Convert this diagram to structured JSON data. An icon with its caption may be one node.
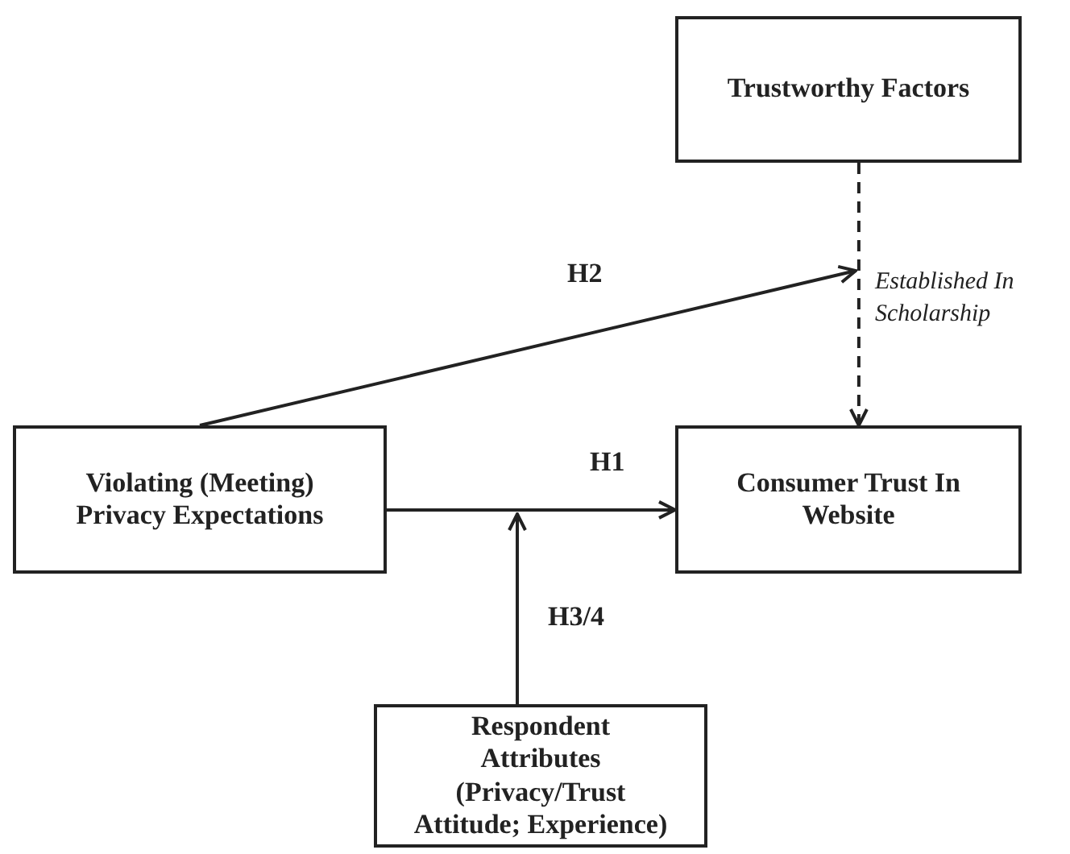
{
  "diagram": {
    "nodes": [
      {
        "text": [
          "Trustworthy Factors"
        ]
      },
      {
        "text": [
          "Violating (Meeting) Privacy Expectations"
        ]
      },
      {
        "text": [
          "Consumer Trust In Website"
        ]
      },
      {
        "text": [
          "Respondent Attributes (Privacy/Trust Attitude; Experience)"
        ]
      }
    ],
    "edges": [
      {
        "from": 0,
        "to": 2,
        "arrow": "to",
        "style": "dashed",
        "label": "Established In Scholarship"
      },
      {
        "from": 1,
        "to": null,
        "arrow": "to",
        "label": "H2"
      },
      {
        "from": 1,
        "to": 2,
        "arrow": "to",
        "label": "H1"
      },
      {
        "from": 3,
        "to": null,
        "arrow": "to",
        "label": "H3/4"
      }
    ]
  }
}
